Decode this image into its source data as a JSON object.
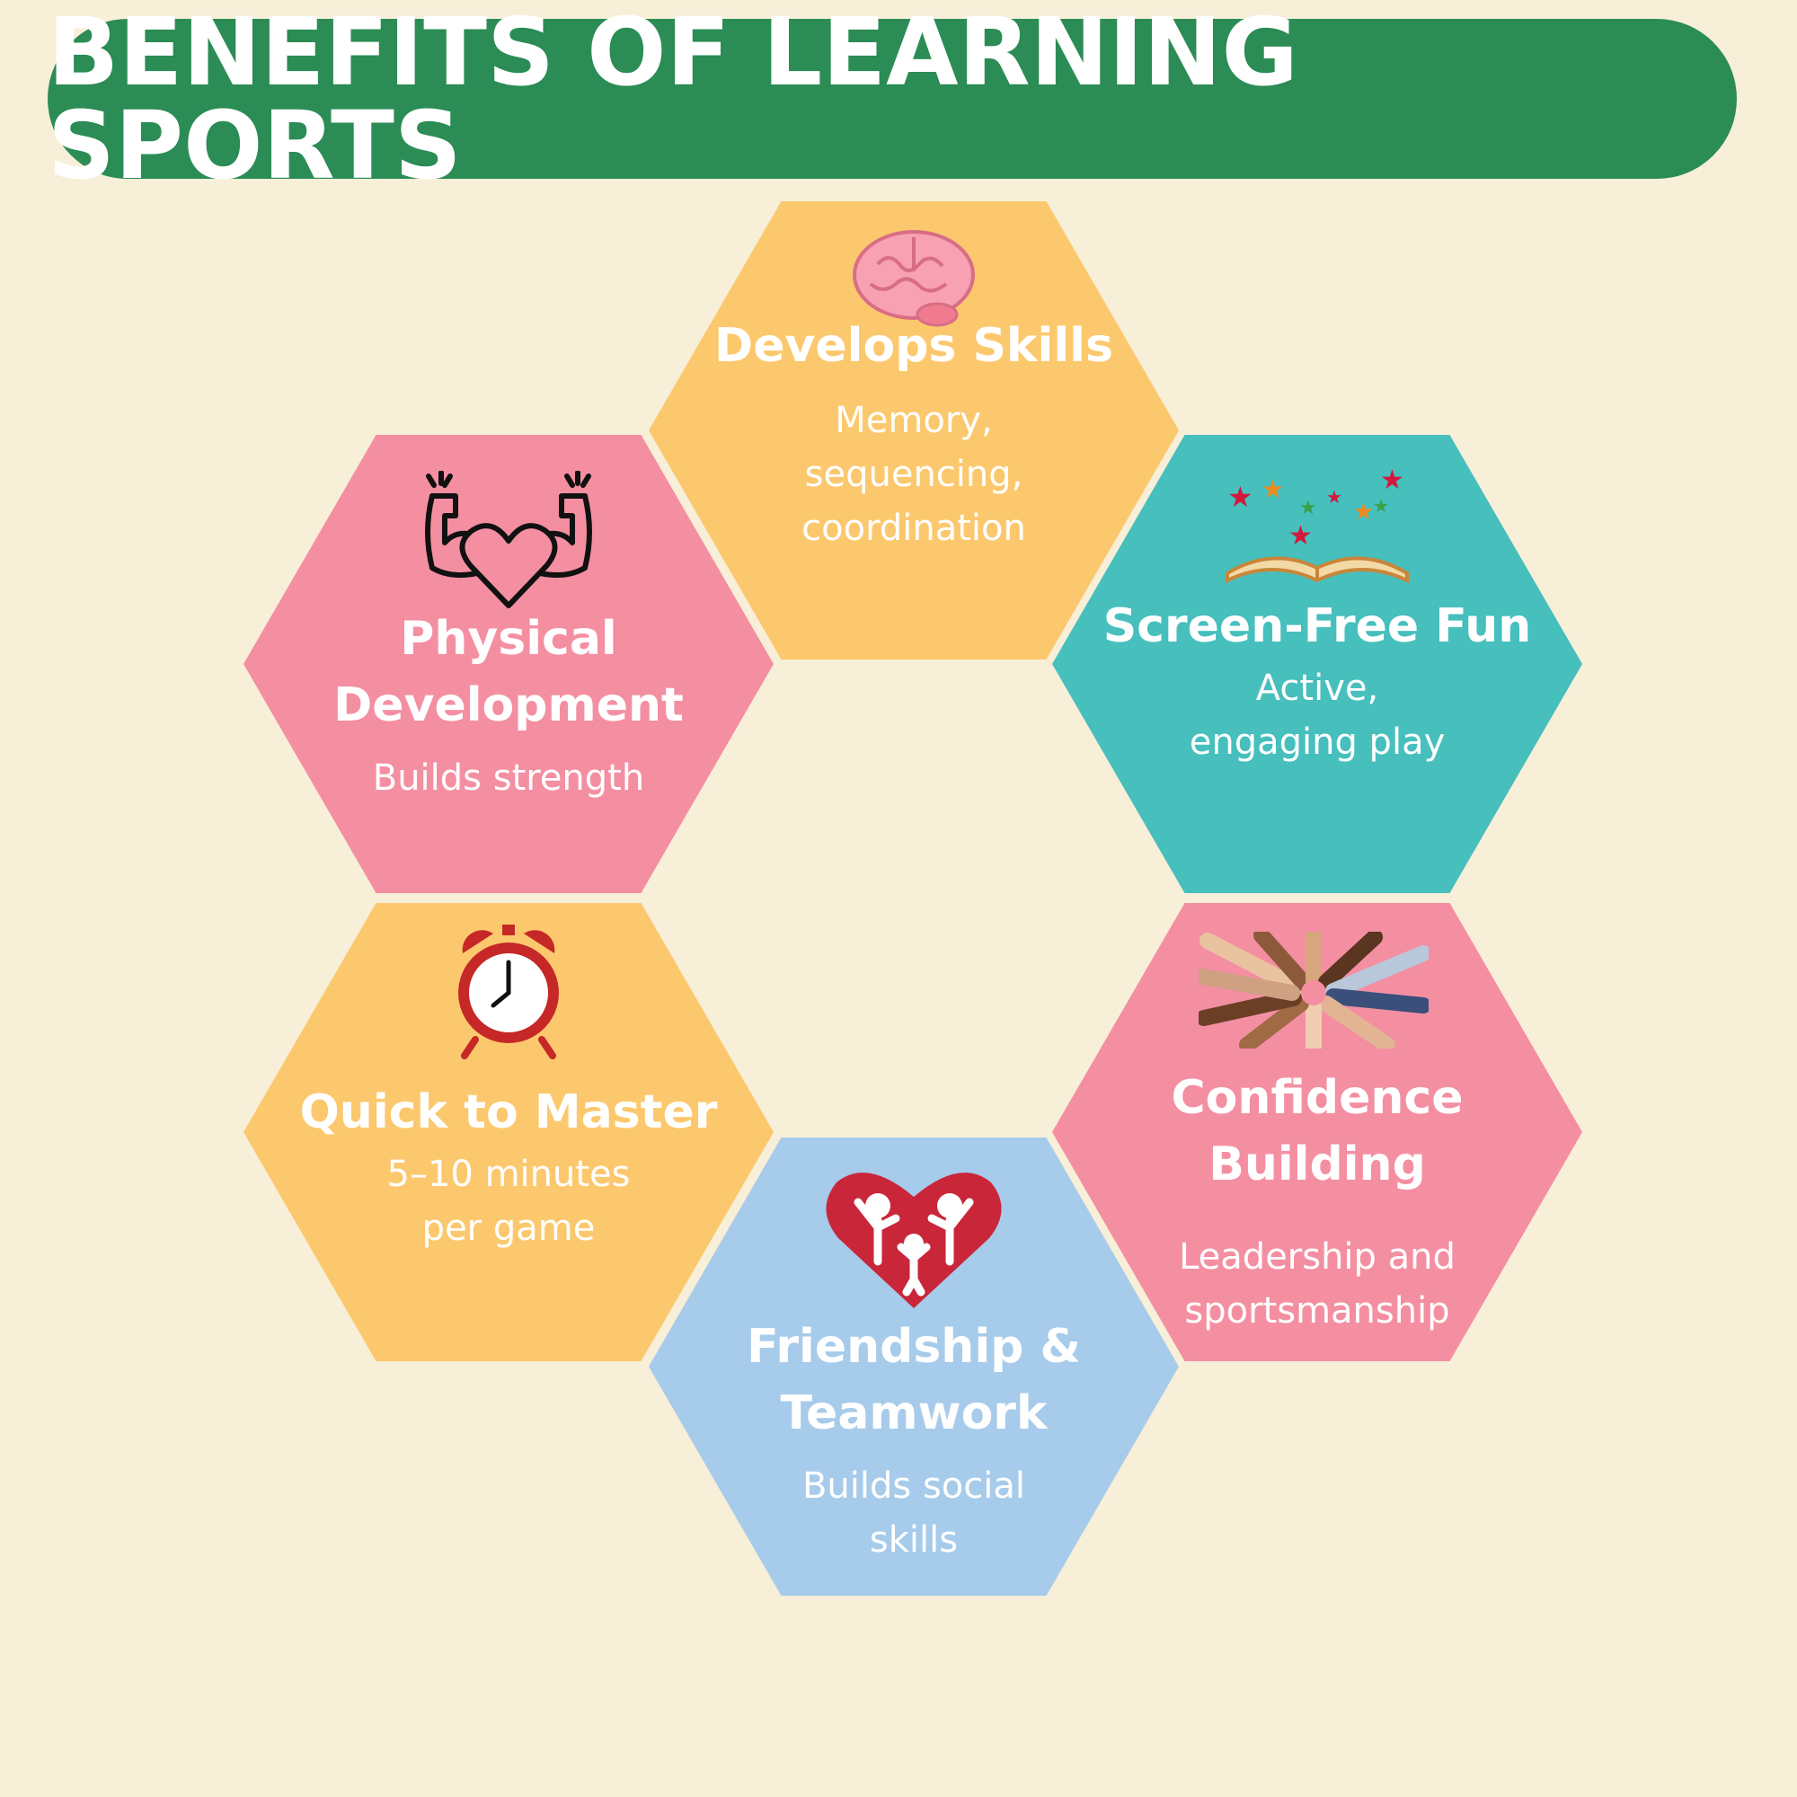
{
  "header": {
    "title": "BENEFITS OF LEARNING SPORTS"
  },
  "colors": {
    "background": "#f8efd8",
    "banner": "#2b8c55",
    "yellow": "#fcc86e",
    "pink": "#f48fa2",
    "teal": "#46bfbd",
    "blue": "#a7cbea",
    "text": "#ffffff"
  },
  "benefits": [
    {
      "icon": "brain-icon",
      "title": "Develops Skills",
      "desc": "Memory,\nsequencing,\ncoordination"
    },
    {
      "icon": "heart-muscle-icon",
      "title": "Physical\nDevelopment",
      "desc": "Builds strength"
    },
    {
      "icon": "open-book-stars-icon",
      "title": "Screen-Free Fun",
      "desc": "Active,\nengaging play"
    },
    {
      "icon": "alarm-clock-icon",
      "title": "Quick to Master",
      "desc": "5–10 minutes\nper game"
    },
    {
      "icon": "hands-together-icon",
      "title": "Confidence\nBuilding",
      "desc": "Leadership and\nsportsmanship"
    },
    {
      "icon": "family-heart-icon",
      "title": "Friendship &\nTeamwork",
      "desc": "Builds social\nskills"
    }
  ]
}
